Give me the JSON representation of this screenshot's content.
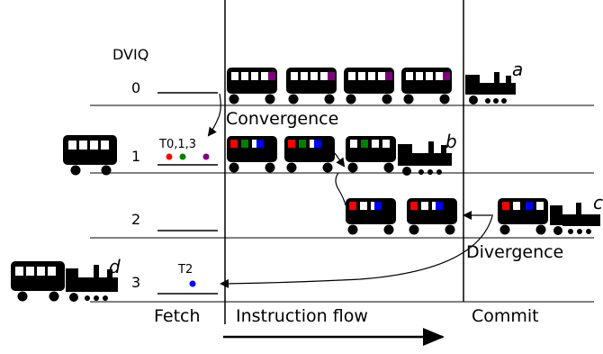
{
  "header": "DVIQ",
  "queues": [
    {
      "number": "0",
      "label": ""
    },
    {
      "number": "1",
      "label": "T0,1,3"
    },
    {
      "number": "2",
      "label": ""
    },
    {
      "number": "3",
      "label": "T2"
    }
  ],
  "trains": {
    "a": "a",
    "b": "b",
    "c": "c",
    "d": "d"
  },
  "annotations": {
    "convergence": "Convergence",
    "divergence": "Divergence"
  },
  "stages": {
    "fetch": "Fetch",
    "flow": "Instruction flow",
    "commit": "Commit"
  },
  "colors": {
    "red": "#ff0000",
    "green": "#008000",
    "blue": "#0000ff",
    "purple": "#800080",
    "ink": "#000000"
  }
}
